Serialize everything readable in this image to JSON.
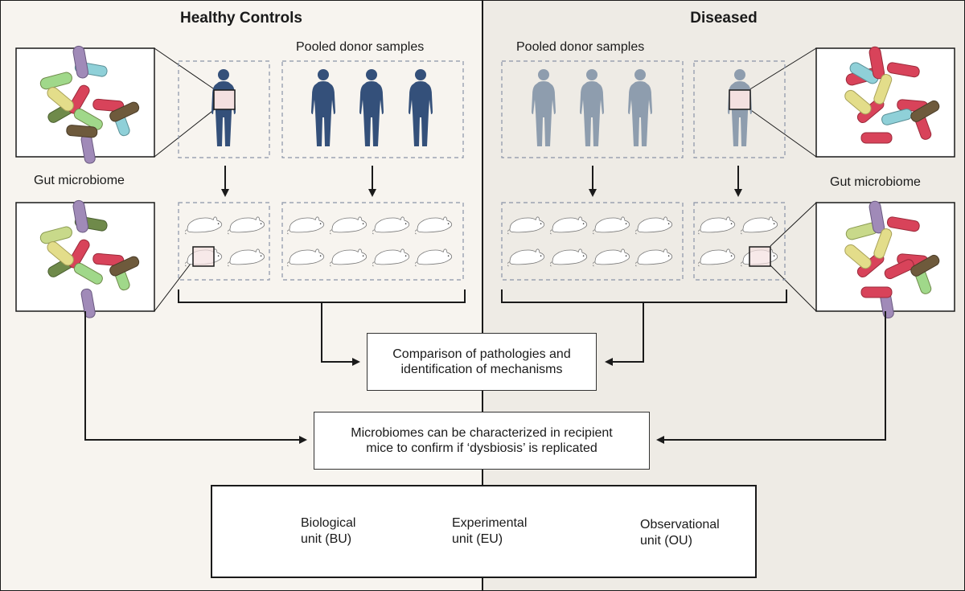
{
  "headings": {
    "left": "Healthy Controls",
    "right": "Diseased"
  },
  "labels": {
    "pooled_left": "Pooled donor samples",
    "pooled_right": "Pooled donor samples",
    "gut_left": "Gut microbiome",
    "gut_right": "Gut microbiome"
  },
  "boxes": {
    "comparison": [
      "Comparison of pathologies and",
      "identification of mechanisms"
    ],
    "characterized": [
      "Microbiomes can be characterized in recipient",
      "mice to confirm if ‘dysbiosis’ is replicated"
    ]
  },
  "legend": {
    "bu": [
      "Biological",
      "unit (BU)"
    ],
    "eu": [
      "Experimental",
      "unit (EU)"
    ],
    "ou": [
      "Observational",
      "unit (OU)"
    ]
  },
  "colors": {
    "human_dark": "#34507a",
    "human_light": "#8e9dae",
    "bacteria": [
      "#8fd0d8",
      "#a08ab8",
      "#e3dd8a",
      "#c8d98a",
      "#6f8a4a",
      "#6e5a3c",
      "#d8435a",
      "#a0d88a"
    ]
  }
}
